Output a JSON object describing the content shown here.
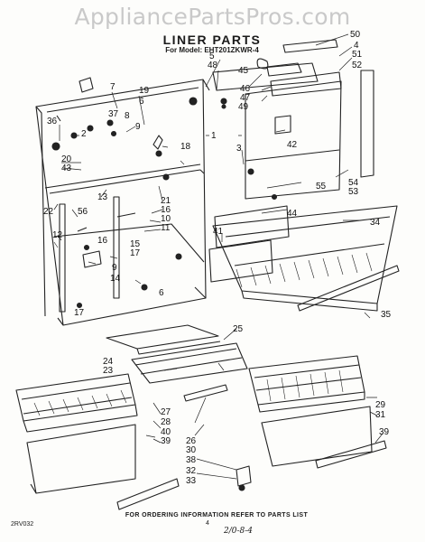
{
  "watermark": "AppliancePartsPros.com",
  "title": "LINER PARTS",
  "model_line": "For Model: EHT201ZKWR-4",
  "footer_text": "FOR ORDERING INFORMATION REFER TO PARTS LIST",
  "doc_code": "2RV032",
  "page_number": "4",
  "handwritten_date": "2/0-8-4",
  "callouts": [
    "50",
    "4",
    "51",
    "52",
    "5",
    "48",
    "45",
    "46",
    "47",
    "49",
    "7",
    "19",
    "6",
    "37",
    "8",
    "9",
    "36",
    "2",
    "1",
    "3",
    "18",
    "42",
    "20",
    "43",
    "13",
    "21",
    "16",
    "10",
    "11",
    "22",
    "56",
    "12",
    "55",
    "54",
    "53",
    "44",
    "41",
    "34",
    "16",
    "15",
    "17",
    "9",
    "14",
    "6",
    "17",
    "35",
    "25",
    "24",
    "23",
    "27",
    "28",
    "40",
    "39",
    "26",
    "30",
    "38",
    "32",
    "33",
    "29",
    "31",
    "39"
  ]
}
